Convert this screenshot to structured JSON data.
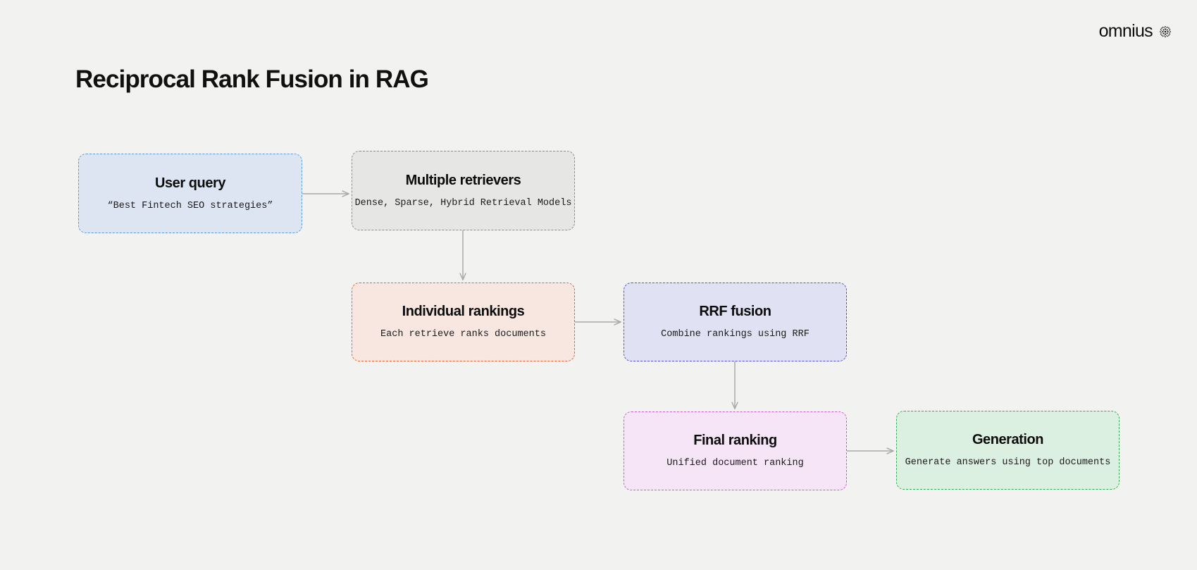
{
  "brand": {
    "word": "omnius",
    "mark_icon": "radial-dot-circle-icon"
  },
  "page": {
    "title": "Reciprocal Rank Fusion in RAG",
    "background_color": "#f2f2f0"
  },
  "diagram": {
    "type": "flowchart",
    "nodes": [
      {
        "id": "user-query",
        "title": "User query",
        "subtitle": "“Best Fintech SEO strategies”",
        "fill_color": "#dde5f3",
        "border_color": "#5b9bd5"
      },
      {
        "id": "multiple-retrievers",
        "title": "Multiple retrievers",
        "subtitle": "Dense, Sparse, Hybrid Retrieval Models",
        "fill_color": "#e6e7e4",
        "border_color": "#8a8d88"
      },
      {
        "id": "individual-rankings",
        "title": "Individual rankings",
        "subtitle": "Each retrieve ranks documents",
        "fill_color": "#f8e7e1",
        "border_color": "#e0653a"
      },
      {
        "id": "rrf-fusion",
        "title": "RRF fusion",
        "subtitle": "Combine rankings using RRF",
        "fill_color": "#e0e2f3",
        "border_color": "#5054cf"
      },
      {
        "id": "final-ranking",
        "title": "Final ranking",
        "subtitle": "Unified document ranking",
        "fill_color": "#f6e4f7",
        "border_color": "#cb5ccf"
      },
      {
        "id": "generation",
        "title": "Generation",
        "subtitle": "Generate answers using top documents",
        "fill_color": "#dcf0e1",
        "border_color": "#33ab57"
      }
    ],
    "edges": [
      {
        "from": "user-query",
        "to": "multiple-retrievers",
        "direction": "right"
      },
      {
        "from": "multiple-retrievers",
        "to": "individual-rankings",
        "direction": "down"
      },
      {
        "from": "individual-rankings",
        "to": "rrf-fusion",
        "direction": "right"
      },
      {
        "from": "rrf-fusion",
        "to": "final-ranking",
        "direction": "down"
      },
      {
        "from": "final-ranking",
        "to": "generation",
        "direction": "right"
      }
    ],
    "edge_color": "#a9a9a7"
  }
}
